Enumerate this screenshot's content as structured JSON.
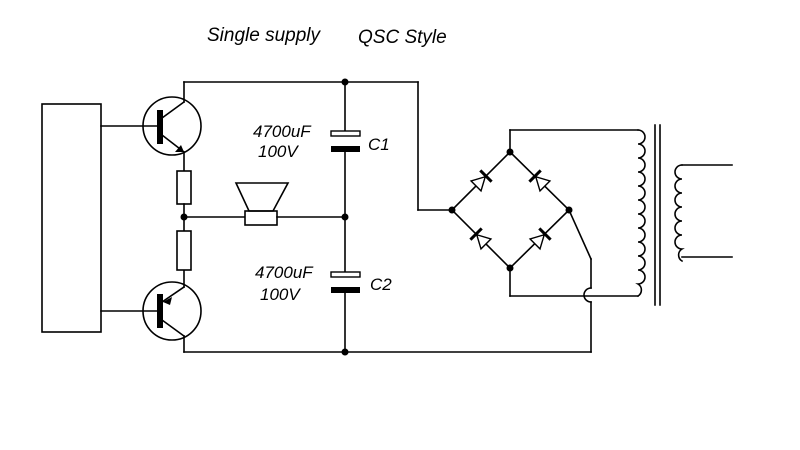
{
  "title_part1": "Single supply",
  "title_part2": "QSC Style",
  "c1": {
    "value": "4700uF",
    "voltage": "100V",
    "label": "C1"
  },
  "c2": {
    "value": "4700uF",
    "voltage": "100V",
    "label": "C2"
  }
}
